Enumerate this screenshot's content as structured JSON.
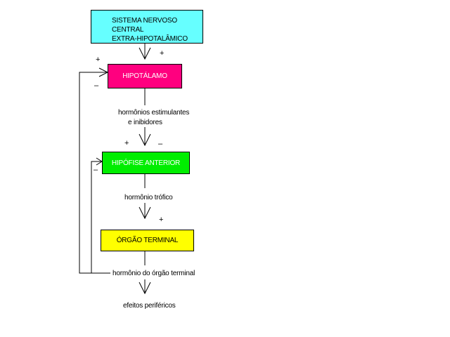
{
  "nodes": {
    "snc": {
      "line1": "SISTEMA NERVOSO CENTRAL",
      "line2": "EXTRA-HIPOTALÂMICO",
      "color": "#66ffff"
    },
    "hipotalamo": {
      "label": "HIPOTÁLAMO",
      "color": "#ff007f"
    },
    "hipofise": {
      "label": "HIPÓFISE ANTERIOR",
      "color": "#00ee00"
    },
    "orgao": {
      "label": "ÓRGÃO TERMINAL",
      "color": "#ffff00"
    }
  },
  "labels": {
    "hormonios_line1": "hormônios estimulantes",
    "hormonios_line2": "e inibidores",
    "hormonio_trofico": "hormônio trófico",
    "hormonio_orgao": "hormônio do órgão terminal",
    "efeitos": "efeitos periféricos"
  },
  "signs": {
    "plus": "+",
    "minus": "–"
  }
}
